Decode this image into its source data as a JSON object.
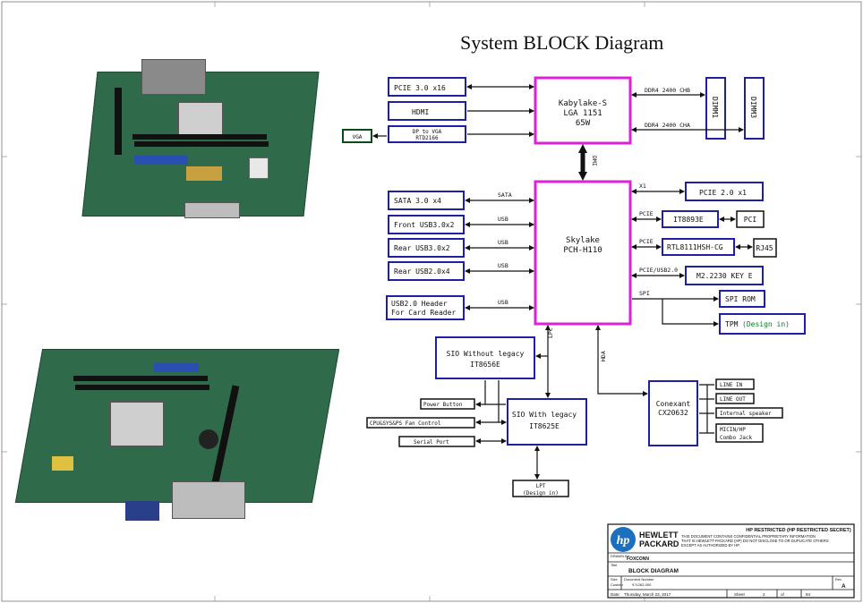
{
  "diagram": {
    "title": "System BLOCK Diagram",
    "cpu": {
      "line1": "Kabylake-S",
      "line2": "LGA 1151",
      "line3": "65W"
    },
    "pch": {
      "line1": "Skylake",
      "line2": "PCH-H110"
    },
    "dmi_label": "DMI",
    "left_top": {
      "pcie16": "PCIE 3.0 x16",
      "hdmi": "HDMI",
      "dp_vga_1": "DP to VGA",
      "dp_vga_2": "RTD2166",
      "vga": "VGA"
    },
    "dimms": {
      "dimm1": "DIMM1",
      "dimm3": "DIMM3",
      "bus_chb": "DDR4 2400 CHB",
      "bus_cha": "DDR4 2400 CHA"
    },
    "left_pch": {
      "sata": "SATA 3.0 x4",
      "front_usb3": "Front USB3.0x2",
      "rear_usb3": "Rear USB3.0x2",
      "rear_usb2": "Rear USB2.0x4",
      "usb2hdr_1": "USB2.0 Header",
      "usb2hdr_2": "For Card Reader",
      "bus_sata": "SATA",
      "bus_usb": "USB"
    },
    "right_pch": {
      "pcie2": "PCIE 2.0 x1",
      "it8893e": "IT8893E",
      "pci": "PCI",
      "rtl": "RTL8111HSH-CG",
      "rj45": "RJ45",
      "m2": "M2.2230 KEY E",
      "spi_rom": "SPI ROM",
      "tpm": "TPM",
      "tpm_note": "(Design in)",
      "bus_x1": "X1",
      "bus_pcie": "PCIE",
      "bus_pcie_usb": "PCIE/USB2.0",
      "bus_spi": "SPI"
    },
    "sio": {
      "wo_1": "SIO Without legacy",
      "wo_2": "IT8656E",
      "w_1": "SIO With legacy",
      "w_2": "IT8625E",
      "power_button": "Power Button",
      "fan_control": "CPU&SYS&PS Fan Control",
      "serial_port": "Serial Port",
      "lpt": "LPT",
      "lpt_note": "(Design in)",
      "bus_lpc": "LPC"
    },
    "audio": {
      "codec_1": "Conexant",
      "codec_2": "CX20632",
      "line_in": "LINE IN",
      "line_out": "LINE OUT",
      "int_spk": "Internal speaker",
      "mic_1": "MICIN/HP",
      "mic_2": "Combo Jack",
      "bus_hda": "HDA"
    }
  },
  "title_block": {
    "logo_text": "hp",
    "company_1": "HEWLETT",
    "company_2": "PACKARD",
    "restricted": "HP RESTRICTED (HP RESTRICTED SECRET)",
    "notice_1": "THIS DOCUMENT CONTAINS CONFIDENTIAL PROPRIETARY INFORMATION",
    "notice_2": "THAT IS HEWLETT-PACKARD (HP) DO NOT DISCLOSE TO OR DUPLICATE OTHERS",
    "notice_3": "EXCEPT AS AUTHORIZED BY HP.",
    "drawn_by_label": "DRAWN BY",
    "drawn_by": "FOXCONN",
    "title_label": "Title",
    "title": "BLOCK DIAGRAM",
    "size_label": "Size",
    "size": "Custom",
    "doc_label": "Document Number",
    "doc_number": "9?1262-000",
    "rev_label": "Rev",
    "rev": "A",
    "date_label": "Date:",
    "date": "Thursday, March 23, 2017",
    "sheet_label": "Sheet",
    "sheet": "2",
    "of_label": "of",
    "of": "84"
  },
  "colors": {
    "box_blue": "#1f1fa3",
    "cpu_pink": "#e020d8",
    "vga_green": "#0b4a1b",
    "design_in_green": "#0a7a2a"
  }
}
